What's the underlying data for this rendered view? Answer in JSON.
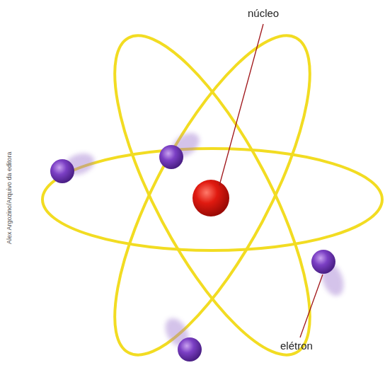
{
  "diagram": {
    "labels": [
      "núcleo",
      "elétron",
      "Alex Argozino/Arquivo da editora"
    ]
  }
}
